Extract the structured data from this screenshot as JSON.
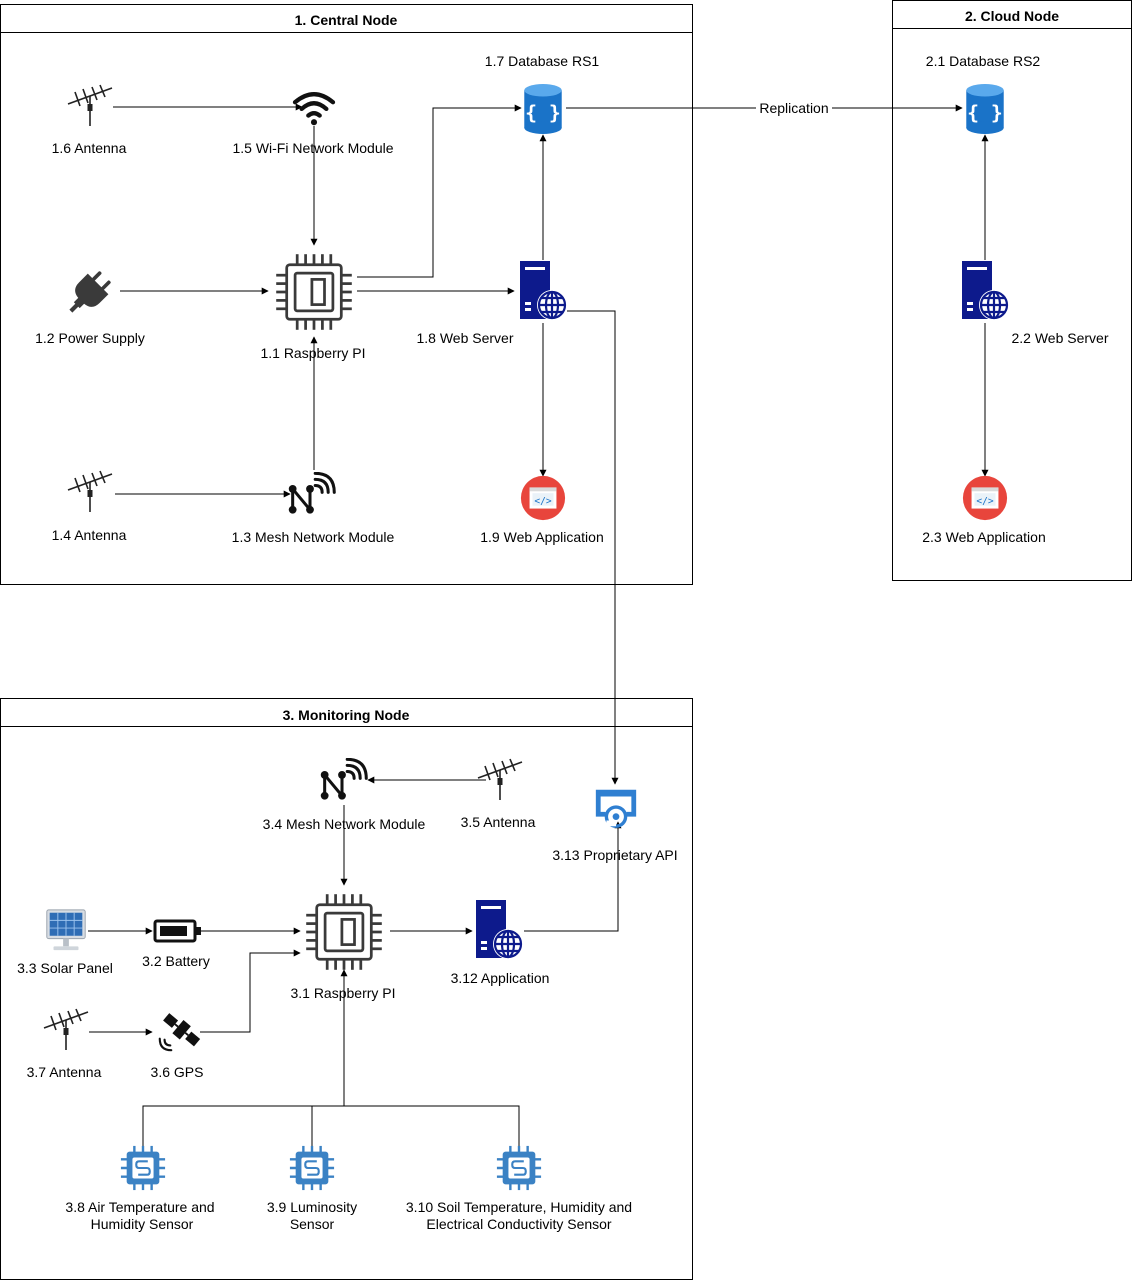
{
  "containers": {
    "central": "1. Central Node",
    "cloud": "2. Cloud Node",
    "monitoring": "3. Monitoring Node"
  },
  "nodes": {
    "n1_1": "1.1 Raspberry PI",
    "n1_2": "1.2 Power Supply",
    "n1_3": "1.3 Mesh Network Module",
    "n1_4": "1.4 Antenna",
    "n1_5": "1.5 Wi-Fi Network Module",
    "n1_6": "1.6 Antenna",
    "n1_7": "1.7 Database RS1",
    "n1_8": "1.8 Web Server",
    "n1_9": "1.9 Web Application",
    "n2_1": "2.1 Database RS2",
    "n2_2": "2.2 Web Server",
    "n2_3": "2.3 Web Application",
    "n3_1": "3.1 Raspberry PI",
    "n3_2": "3.2 Battery",
    "n3_3": "3.3 Solar Panel",
    "n3_4": "3.4 Mesh Network Module",
    "n3_5": "3.5 Antenna",
    "n3_6": "3.6 GPS",
    "n3_7": "3.7 Antenna",
    "n3_8": [
      "3.8 Air Temperature and",
      "Humidity Sensor"
    ],
    "n3_9": [
      "3.9 Luminosity",
      "Sensor"
    ],
    "n3_10": [
      "3.10 Soil Temperature, Humidity and",
      "Electrical Conductivity Sensor"
    ],
    "n3_12": "3.12 Application",
    "n3_13": "3.13 Proprietary API"
  },
  "edges": {
    "replication": "Replication"
  },
  "icons": {
    "antenna": "antenna-icon",
    "wifi": "wifi-icon",
    "plug": "power-plug-icon",
    "chip": "chip-icon",
    "mesh": "mesh-network-icon",
    "database": "database-icon",
    "server": "web-server-icon",
    "webapp": "web-application-icon",
    "solar": "solar-panel-icon",
    "battery": "battery-icon",
    "gps": "satellite-icon",
    "sensor": "sensor-icon",
    "api": "api-icon"
  },
  "colors": {
    "db_blue": "#1a73c8",
    "server_navy": "#0d1a8c",
    "app_red": "#e8453c",
    "sensor_blue": "#3b82c4"
  }
}
